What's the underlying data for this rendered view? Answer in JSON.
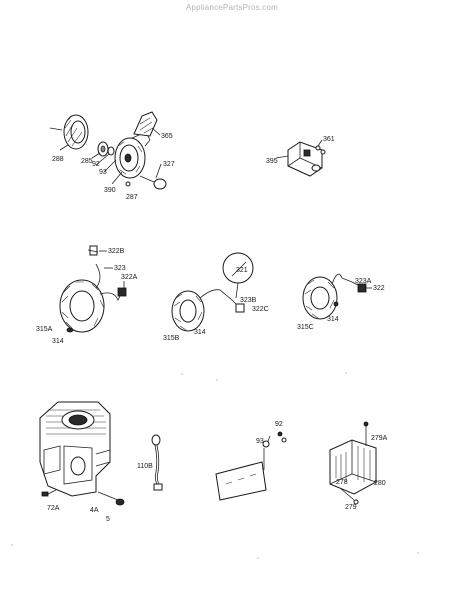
{
  "watermark": "AppliancePartsPros.com",
  "labels": {
    "p288": "288",
    "p285": "285",
    "p92": "92",
    "p93": "93",
    "p390": "390",
    "p287": "287",
    "p365": "365",
    "p327": "327",
    "p361": "361",
    "p395": "395",
    "p322B": "322B",
    "p323": "323",
    "p322A": "322A",
    "p315A": "315A",
    "p314a": "314",
    "p321": "321",
    "p323B": "323B",
    "p322C": "322C",
    "p315B": "315B",
    "p314b": "314",
    "p323A": "323A",
    "p322": "322",
    "p315C": "315C",
    "p314c": "314",
    "p72A": "72A",
    "p4A": "4A",
    "p5": "5",
    "p110B": "110B",
    "p92b": "92",
    "p93b": "93",
    "p279A": "279A",
    "p278": "278",
    "p280": "280",
    "p279": "279"
  }
}
